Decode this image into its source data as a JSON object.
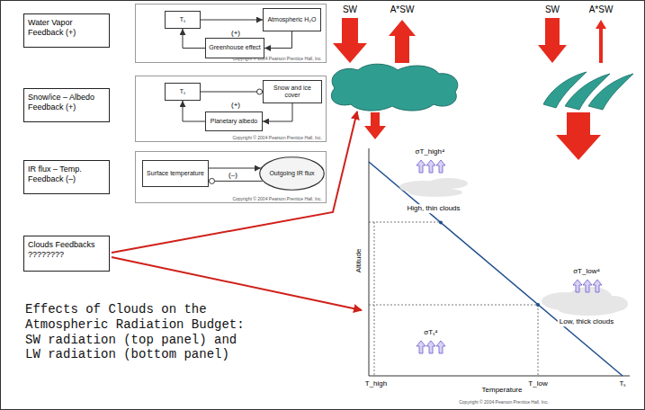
{
  "diagram": {
    "nodes": [
      {
        "text": [
          "Water Vapor Feedback (+)"
        ]
      },
      {
        "text": [
          "Copyright © 2004 Pearson Prentice Hall, Inc."
        ]
      },
      {
        "text": [
          "Tₛ"
        ],
        "in": 1
      },
      {
        "text": [
          "Atmospheric H₂O"
        ],
        "in": 1
      },
      {
        "text": [
          "Greenhouse effect"
        ],
        "in": 1
      },
      {
        "text": [
          "Snow/ice – Albedo Feedback (+)"
        ]
      },
      {
        "text": [
          "Copyright © 2004 Pearson Prentice Hall, Inc."
        ]
      },
      {
        "text": [
          "Tₛ"
        ],
        "in": 6
      },
      {
        "text": [
          "Snow and ice cover"
        ],
        "in": 6
      },
      {
        "text": [
          "Planetary albedo"
        ],
        "in": 6
      },
      {
        "text": [
          "IR flux – Temp. Feedback (–)"
        ]
      },
      {
        "text": [
          "Copyright © 2004 Pearson Prentice Hall, Inc."
        ]
      },
      {
        "text": [
          "Surface temperature"
        ],
        "in": 11
      },
      {
        "text": [
          "Outgoing IR flux"
        ],
        "in": 11
      },
      {
        "text": [
          "Clouds Feedbacks ????????"
        ]
      }
    ],
    "edges": [
      {
        "from": 2,
        "to": 3,
        "arrow": "to"
      },
      {
        "from": 3,
        "to": 4,
        "arrow": "to"
      },
      {
        "from": 4,
        "to": 2,
        "arrow": "to"
      },
      {
        "from": 7,
        "to": 8,
        "arrow": "to"
      },
      {
        "from": 8,
        "to": 9,
        "arrow": "to"
      },
      {
        "from": 9,
        "to": 7,
        "arrow": "to"
      },
      {
        "from": 12,
        "to": 13,
        "arrow": "to"
      },
      {
        "from": 13,
        "to": 12,
        "arrow": "to"
      }
    ],
    "labels": [
      "(+)",
      "(+)",
      "(–)",
      "SW",
      "A*SW",
      "SW",
      "A*SW",
      "σT_high⁴",
      "High, thin clouds",
      "σT_low⁴",
      "Low, thick clouds",
      "σTₛ⁴",
      "Altitude",
      "Temperature",
      "T_high",
      "T_low",
      "Tₛ",
      "Copyright © 2004 Pearson Prentice Hall, Inc.",
      "Effects of Clouds on the Atmospheric Radiation Budget: SW radiation (top panel) and LW radiation (bottom panel)"
    ]
  }
}
